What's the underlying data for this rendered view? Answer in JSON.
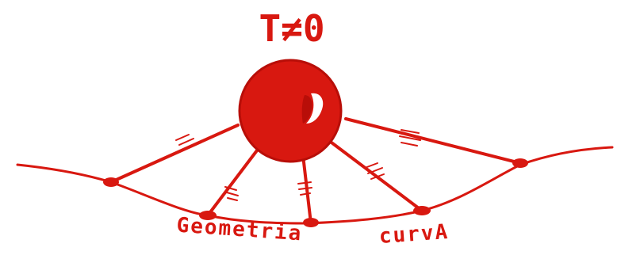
{
  "diagram": {
    "title": "T≠0",
    "label_left": "Geometria",
    "label_right": "curvA",
    "colors": {
      "ink": "#d81810",
      "ink_dark": "#b80e08",
      "highlight": "#ffffff",
      "background": "#ffffff"
    }
  }
}
